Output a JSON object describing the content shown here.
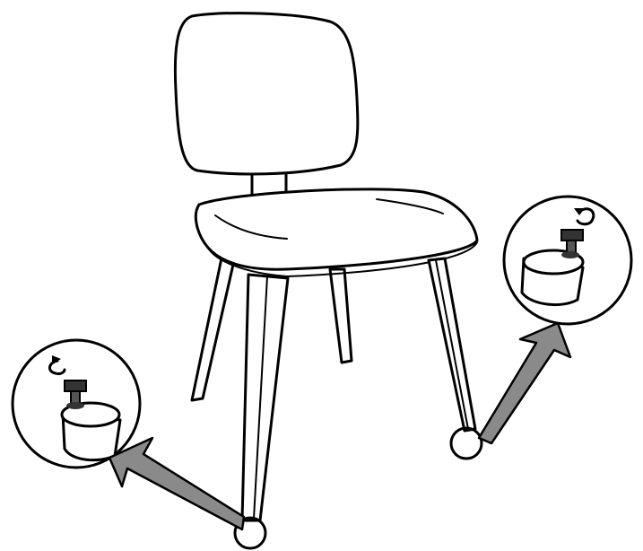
{
  "illustration": {
    "subject": "chair",
    "icons": [
      "chair-icon",
      "leveling-glide-icon",
      "rotate-arrow-icon",
      "pointer-arrow-icon"
    ],
    "colors": {
      "line": "#000000",
      "background": "#ffffff",
      "arrow_fill": "#8a8a8a",
      "glide_cap": "#333333"
    },
    "callouts": [
      {
        "name": "front-left-leg-glide-detail"
      },
      {
        "name": "back-right-leg-glide-detail"
      }
    ]
  }
}
